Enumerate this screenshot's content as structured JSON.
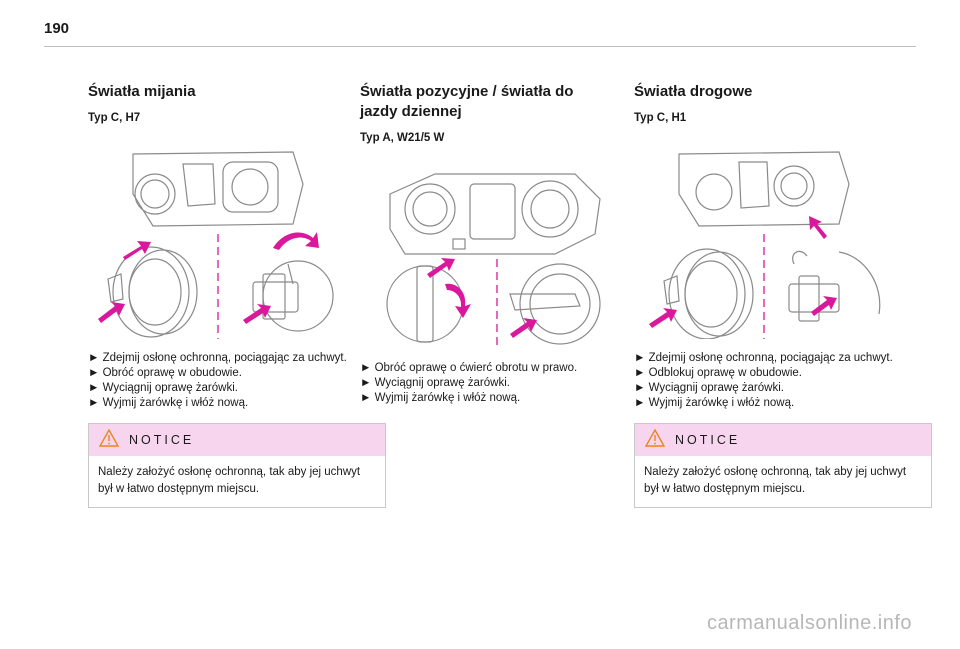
{
  "page_number": "190",
  "columns": [
    {
      "title": "Światła mijania",
      "type": "Typ C, H7",
      "steps": [
        "►  Zdejmij osłonę ochronną, pociągając za uchwyt.",
        "►  Obróć oprawę w obudowie.",
        "►  Wyciągnij oprawę żarówki.",
        "►  Wyjmij żarówkę i włóż nową."
      ],
      "notice": {
        "title": "NOTICE",
        "text": "Należy założyć osłonę ochronną, tak aby jej uchwyt był w łatwo dostępnym miejscu."
      }
    },
    {
      "title": "Światła pozycyjne / światła do jazdy dziennej",
      "type": "Typ A, W21/5 W",
      "steps": [
        "►  Obróć oprawę o ćwierć obrotu w prawo.",
        "►  Wyciągnij oprawę żarówki.",
        "►  Wyjmij żarówkę i włóż nową."
      ]
    },
    {
      "title": "Światła drogowe",
      "type": "Typ C, H1",
      "steps": [
        "►  Zdejmij osłonę ochronną, pociągając za uchwyt.",
        "►  Odblokuj oprawę w obudowie.",
        "►  Wyciągnij oprawę żarówki.",
        "►  Wyjmij żarówkę i włóż nową."
      ],
      "notice": {
        "title": "NOTICE",
        "text": "Należy założyć osłonę ochronną, tak aby jej uchwyt był w łatwo dostępnym miejscu."
      }
    }
  ],
  "watermark": "carmanualsonline.info",
  "colors": {
    "accent": "#d9189c",
    "notice_bg": "#f7d5ef",
    "line": "#8a8a8a"
  }
}
